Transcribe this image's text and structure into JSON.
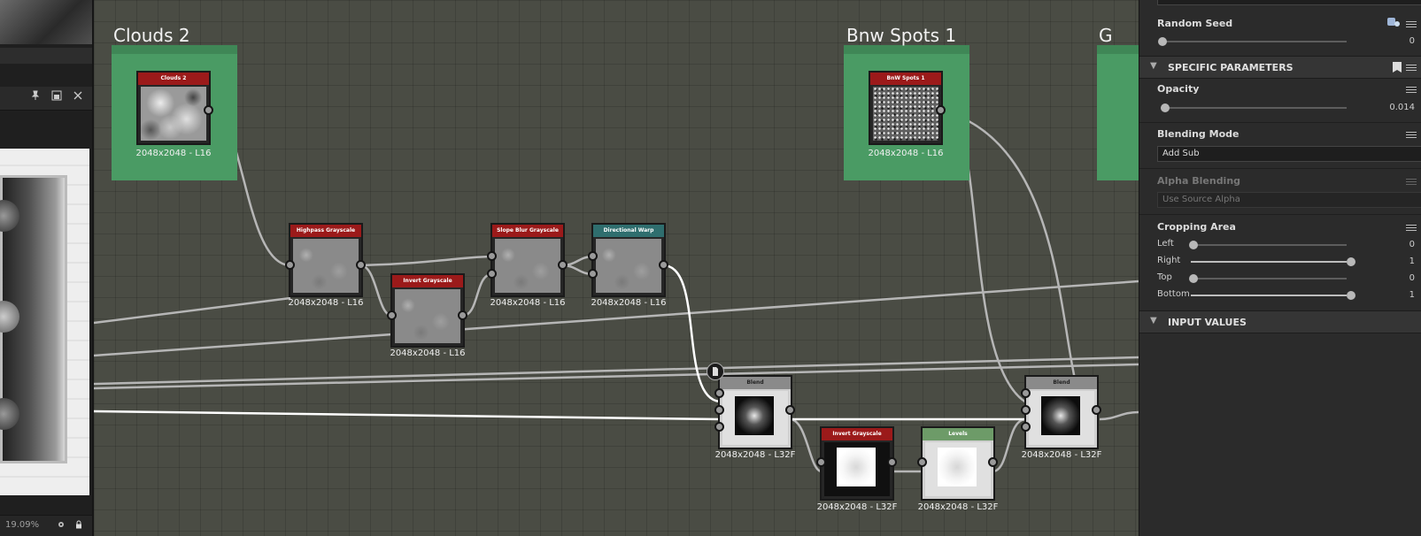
{
  "left_panel": {
    "pin_icon": "pin-icon",
    "maximize_icon": "maximize-icon",
    "close_icon": "close-icon",
    "zoom": "19.09%",
    "settings_icon": "gear-icon",
    "lock_icon": "lock-icon"
  },
  "graph": {
    "frames": [
      {
        "title": "Clouds 2"
      },
      {
        "title": "Bnw Spots 1"
      },
      {
        "title": "G"
      }
    ],
    "nodes": {
      "clouds2": {
        "header": "Clouds 2",
        "res": "2048x2048 - L16",
        "color": "#9b1a1a"
      },
      "bnwspots1": {
        "header": "BnW Spots 1",
        "res": "2048x2048 - L16",
        "color": "#9b1a1a"
      },
      "highpass": {
        "header": "Highpass Grayscale",
        "res": "2048x2048 - L16",
        "color": "#9b1a1a"
      },
      "invert1": {
        "header": "Invert Grayscale",
        "res": "2048x2048 - L16",
        "color": "#9b1a1a"
      },
      "slopeblur": {
        "header": "Slope Blur Grayscale",
        "res": "2048x2048 - L16",
        "color": "#9b1a1a"
      },
      "dirwarp": {
        "header": "Directional Warp",
        "res": "2048x2048 - L16",
        "color": "#2f6e6e"
      },
      "blend1": {
        "header": "Blend",
        "res": "2048x2048 - L32F",
        "color": "#8a8a8a"
      },
      "invert2": {
        "header": "Invert Grayscale",
        "res": "2048x2048 - L32F",
        "color": "#9b1a1a"
      },
      "levels": {
        "header": "Levels",
        "res": "2048x2048 - L32F",
        "color": "#6d9b68"
      },
      "blend2": {
        "header": "Blend",
        "res": "2048x2048 - L32F",
        "color": "#8a8a8a"
      }
    },
    "comment_icon": "document-icon"
  },
  "right_panel": {
    "random_seed": {
      "label": "Random Seed",
      "value": "0",
      "position": 0,
      "icon": "random-dice-icon"
    },
    "specific_section": {
      "title": "SPECIFIC PARAMETERS",
      "icon": "bookmark-icon"
    },
    "opacity": {
      "label": "Opacity",
      "value": "0.014",
      "position": 0.014
    },
    "blending_mode": {
      "label": "Blending Mode",
      "value": "Add Sub"
    },
    "alpha_blending": {
      "label": "Alpha Blending",
      "value": "Use Source Alpha"
    },
    "cropping_area": {
      "label": "Cropping Area",
      "left": {
        "label": "Left",
        "value": "0",
        "position": 0
      },
      "right": {
        "label": "Right",
        "value": "1",
        "position": 1
      },
      "top": {
        "label": "Top",
        "value": "0",
        "position": 0
      },
      "bottom": {
        "label": "Bottom",
        "value": "1",
        "position": 1
      }
    },
    "input_values_section": {
      "title": "INPUT VALUES"
    }
  },
  "colors": {
    "frame_green": "#4a9b64",
    "graph_bg": "#4a4c44",
    "panel_bg": "#2b2b2b"
  }
}
